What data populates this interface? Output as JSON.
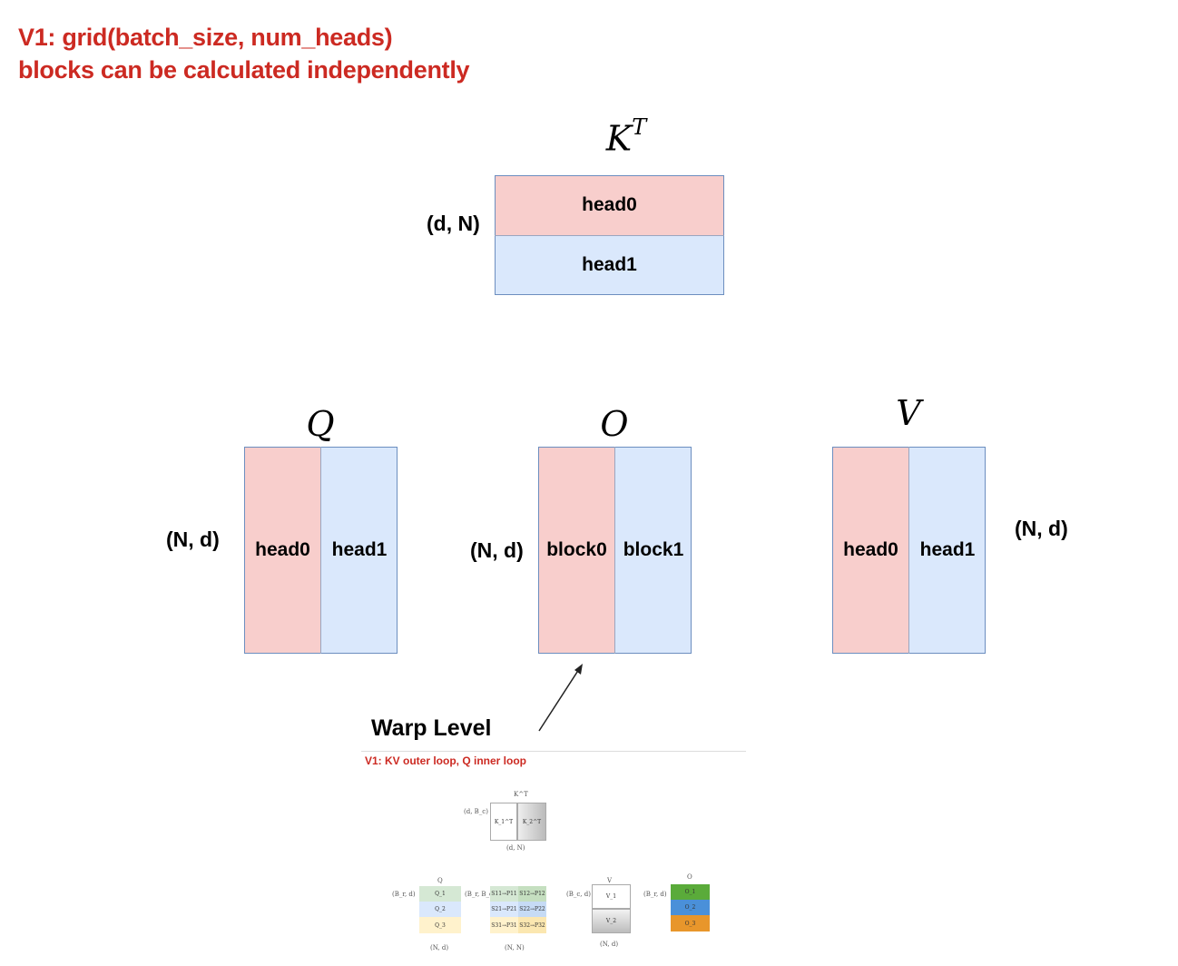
{
  "title": {
    "line1": "V1: grid(batch_size, num_heads)",
    "line2": "blocks can be calculated independently"
  },
  "kt": {
    "symbol": "K",
    "sup": "T",
    "dim": "(d, N)",
    "rows": [
      "head0",
      "head1"
    ]
  },
  "q": {
    "symbol": "Q",
    "dim": "(N, d)",
    "cols": [
      "head0",
      "head1"
    ]
  },
  "o": {
    "symbol": "O",
    "dim": "(N, d)",
    "cols": [
      "block0",
      "block1"
    ]
  },
  "v": {
    "symbol": "V",
    "dim": "(N, d)",
    "cols": [
      "head0",
      "head1"
    ]
  },
  "warp": {
    "label": "Warp Level",
    "subtitle": "V1: KV outer loop, Q inner loop",
    "mini": {
      "kt_label": "K^T",
      "kt_dim_left": "(d, B_c)",
      "kt_dim_bottom": "(d, N)",
      "kt_cells": [
        "K_1^T",
        "K_2^T"
      ],
      "q_label": "Q",
      "q_dim_left": "(B_r, d)",
      "q_dim_bottom": "(N, d)",
      "q_cells": [
        "Q_1",
        "Q_2",
        "Q_3"
      ],
      "s_dim_left": "(B_r, B_c)",
      "s_dim_bottom": "(N, N)",
      "s_cells": [
        "S11→P11",
        "S12→P12",
        "S21→P21",
        "S22→P22",
        "S31→P31",
        "S32→P32"
      ],
      "v_label": "V",
      "v_dim_left": "(B_c, d)",
      "v_dim_bottom": "(N, d)",
      "v_cells": [
        "V_1",
        "V_2"
      ],
      "o_label": "O",
      "o_dim_left": "(B_r, d)",
      "o_cells": [
        "O_1",
        "O_2",
        "O_3"
      ]
    }
  },
  "colors": {
    "title": "#cc2a22",
    "pink": "#f8cecc",
    "blue": "#dae8fc",
    "border": "#6c8ebf",
    "green": "#5aab3a",
    "mini_blue": "#4a90d9",
    "orange": "#e8962b"
  }
}
